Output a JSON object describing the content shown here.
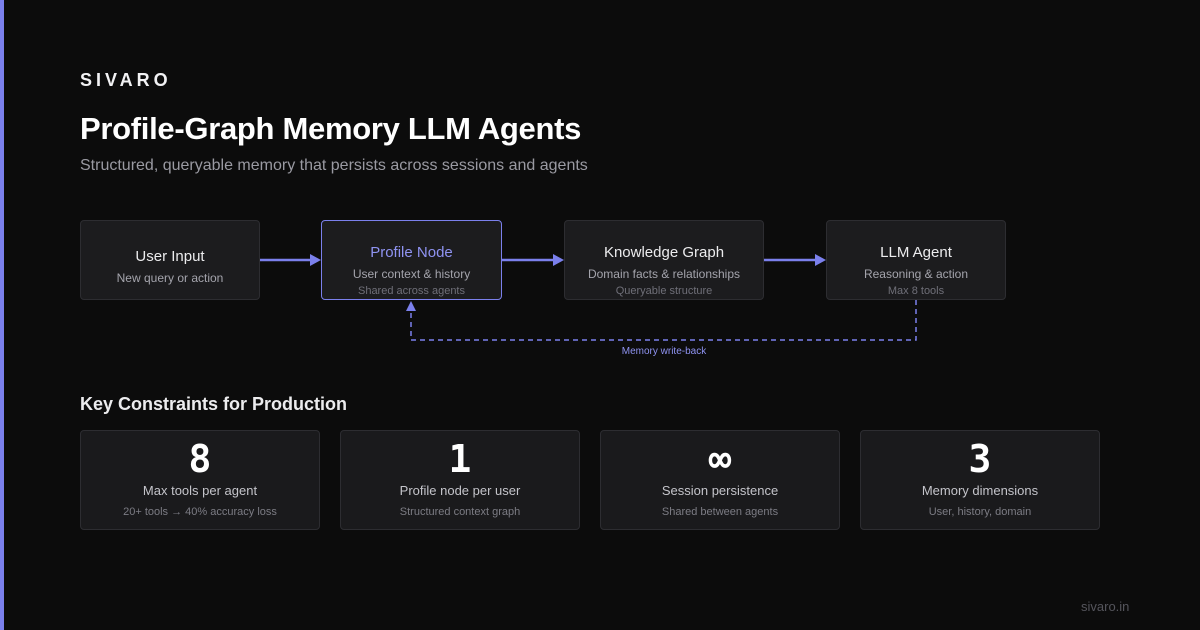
{
  "brand": "SIVARO",
  "title": "Profile-Graph Memory LLM Agents",
  "subtitle": "Structured, queryable memory that persists across sessions and agents",
  "colors": {
    "accent": "#7b80ec",
    "background": "#0c0c0c",
    "card": "#1c1c1e"
  },
  "flow": [
    {
      "title": "User Input",
      "desc": "New query or action",
      "sub": ""
    },
    {
      "title": "Profile Node",
      "desc": "User context & history",
      "sub": "Shared across agents"
    },
    {
      "title": "Knowledge Graph",
      "desc": "Domain facts & relationships",
      "sub": "Queryable structure"
    },
    {
      "title": "LLM Agent",
      "desc": "Reasoning & action",
      "sub": "Max 8 tools"
    }
  ],
  "writeback_label": "Memory write-back",
  "constraints": {
    "title": "Key Constraints for Production",
    "cards": [
      {
        "value": "8",
        "label": "Max tools per agent",
        "note": "20+ tools → 40% accuracy loss"
      },
      {
        "value": "1",
        "label": "Profile node per user",
        "note": "Structured context graph"
      },
      {
        "value": "∞",
        "label": "Session persistence",
        "note": "Shared between agents"
      },
      {
        "value": "3",
        "label": "Memory dimensions",
        "note": "User, history, domain"
      }
    ]
  },
  "footer": "sivaro.in"
}
